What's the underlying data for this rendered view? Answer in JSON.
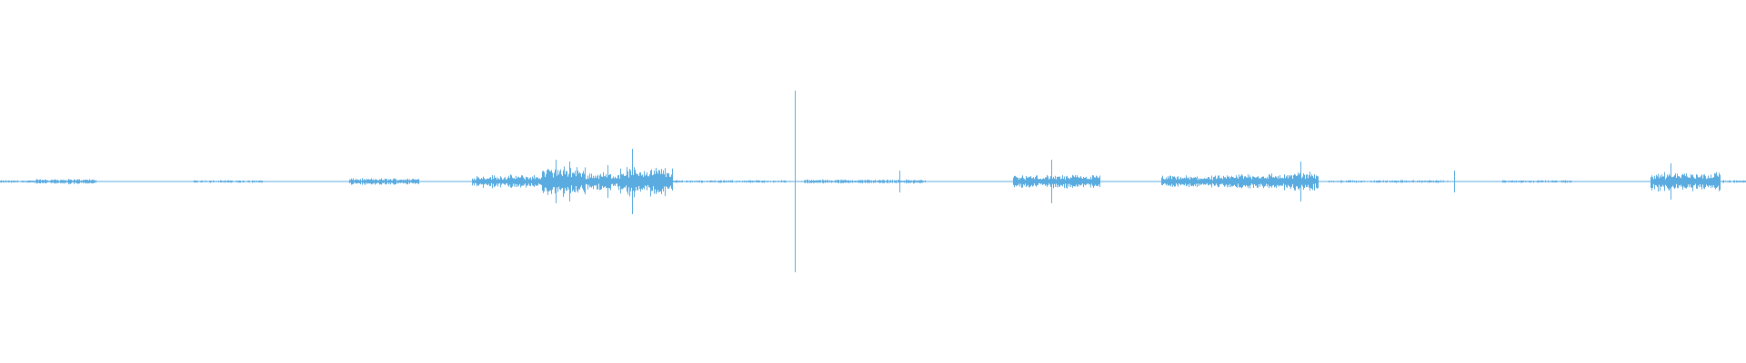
{
  "waveform": {
    "color": "#5AACE0",
    "background": "#FFFFFF",
    "segments": [
      {
        "start": 0.0,
        "end": 0.035,
        "amp": 0.004
      },
      {
        "start": 0.02,
        "end": 0.055,
        "amp": 0.008
      },
      {
        "start": 0.11,
        "end": 0.15,
        "amp": 0.004
      },
      {
        "start": 0.2,
        "end": 0.24,
        "amp": 0.01
      },
      {
        "start": 0.27,
        "end": 0.31,
        "amp": 0.02
      },
      {
        "start": 0.31,
        "end": 0.335,
        "amp": 0.045
      },
      {
        "start": 0.335,
        "end": 0.365,
        "amp": 0.03
      },
      {
        "start": 0.355,
        "end": 0.385,
        "amp": 0.045
      },
      {
        "start": 0.385,
        "end": 0.45,
        "amp": 0.004
      },
      {
        "start": 0.45,
        "end": 0.46,
        "amp": 0.002
      },
      {
        "start": 0.46,
        "end": 0.53,
        "amp": 0.006
      },
      {
        "start": 0.58,
        "end": 0.63,
        "amp": 0.02
      },
      {
        "start": 0.665,
        "end": 0.71,
        "amp": 0.018
      },
      {
        "start": 0.705,
        "end": 0.74,
        "amp": 0.025
      },
      {
        "start": 0.74,
        "end": 0.755,
        "amp": 0.03
      },
      {
        "start": 0.76,
        "end": 0.83,
        "amp": 0.004
      },
      {
        "start": 0.86,
        "end": 0.9,
        "amp": 0.004
      },
      {
        "start": 0.945,
        "end": 0.985,
        "amp": 0.03
      },
      {
        "start": 0.985,
        "end": 1.0,
        "amp": 0.004
      }
    ],
    "spikes": [
      {
        "pos": 0.318,
        "amp": 0.06
      },
      {
        "pos": 0.326,
        "amp": 0.055
      },
      {
        "pos": 0.348,
        "amp": 0.045
      },
      {
        "pos": 0.362,
        "amp": 0.09
      },
      {
        "pos": 0.455,
        "amp": 0.25
      },
      {
        "pos": 0.515,
        "amp": 0.03
      },
      {
        "pos": 0.602,
        "amp": 0.06
      },
      {
        "pos": 0.745,
        "amp": 0.055
      },
      {
        "pos": 0.833,
        "amp": 0.03
      },
      {
        "pos": 0.957,
        "amp": 0.05
      }
    ]
  }
}
